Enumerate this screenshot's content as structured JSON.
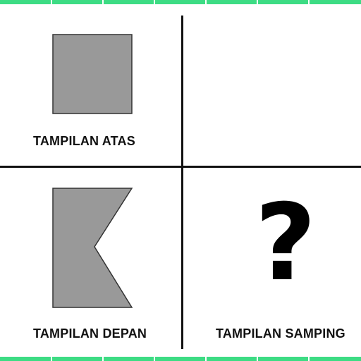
{
  "labels": {
    "top_view": "TAMPILAN ATAS",
    "front_view": "TAMPILAN DEPAN",
    "side_view": "TAMPILAN SAMPING"
  },
  "unknown_marker": "?",
  "colors": {
    "shape_fill": "#999999",
    "shape_stroke": "#333333",
    "divider": "#111111",
    "border_accent": "#3ddc84",
    "background": "#ffffff"
  }
}
